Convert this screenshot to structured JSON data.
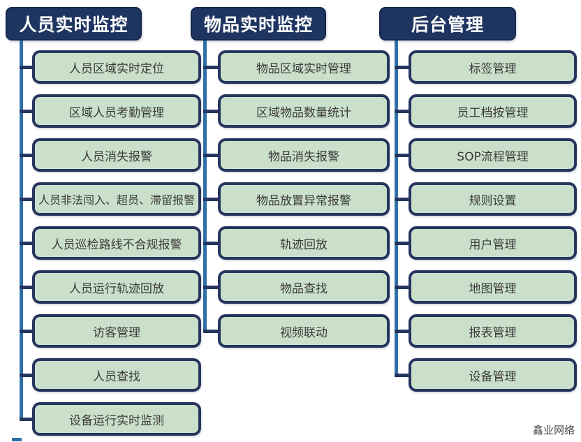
{
  "colors": {
    "header_bg": "#1F3561",
    "header_border": "#16284A",
    "header_text": "#FFFFFF",
    "node_bg": "#CBE0CB",
    "node_border": "#26355E",
    "node_text": "#3A3A3A",
    "trunk_line": "#2E6FA8",
    "stub_line": "#24365F",
    "watermark_color": "#474747"
  },
  "columns": [
    {
      "header": "人员实时监控",
      "items": [
        "人员区域实时定位",
        "区域人员考勤管理",
        "人员消失报警",
        "人员非法闯入、超员、滞留报警",
        "人员巡检路线不合规报警",
        "人员运行轨迹回放",
        "访客管理",
        "人员查找",
        "设备运行实时监测"
      ]
    },
    {
      "header": "物品实时监控",
      "items": [
        "物品区域实时管理",
        "区域物品数量统计",
        "物品消失报警",
        "物品放置异常报警",
        "轨迹回放",
        "物品查找",
        "视频联动"
      ]
    },
    {
      "header": "后台管理",
      "items": [
        "标签管理",
        "员工档按管理",
        "SOP流程管理",
        "规则设置",
        "用户管理",
        "地图管理",
        "报表管理",
        "设备管理"
      ]
    }
  ],
  "watermark": "鑫业网络"
}
